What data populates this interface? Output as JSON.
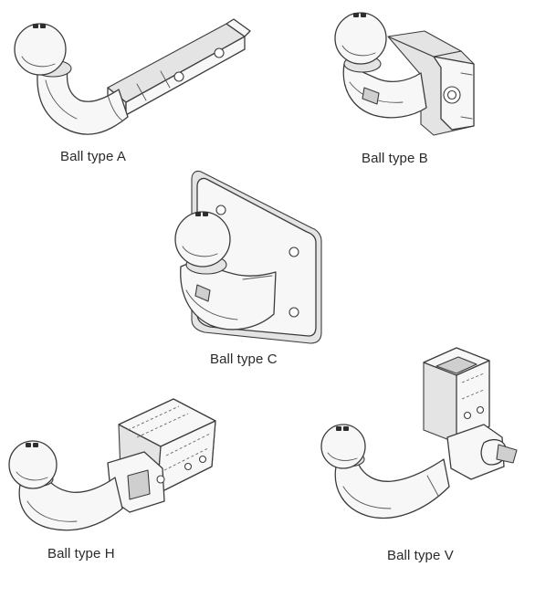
{
  "items": [
    {
      "id": "a",
      "caption": "Ball type A"
    },
    {
      "id": "b",
      "caption": "Ball type B"
    },
    {
      "id": "c",
      "caption": "Ball type C"
    },
    {
      "id": "h",
      "caption": "Ball type H"
    },
    {
      "id": "v",
      "caption": "Ball type V"
    }
  ]
}
